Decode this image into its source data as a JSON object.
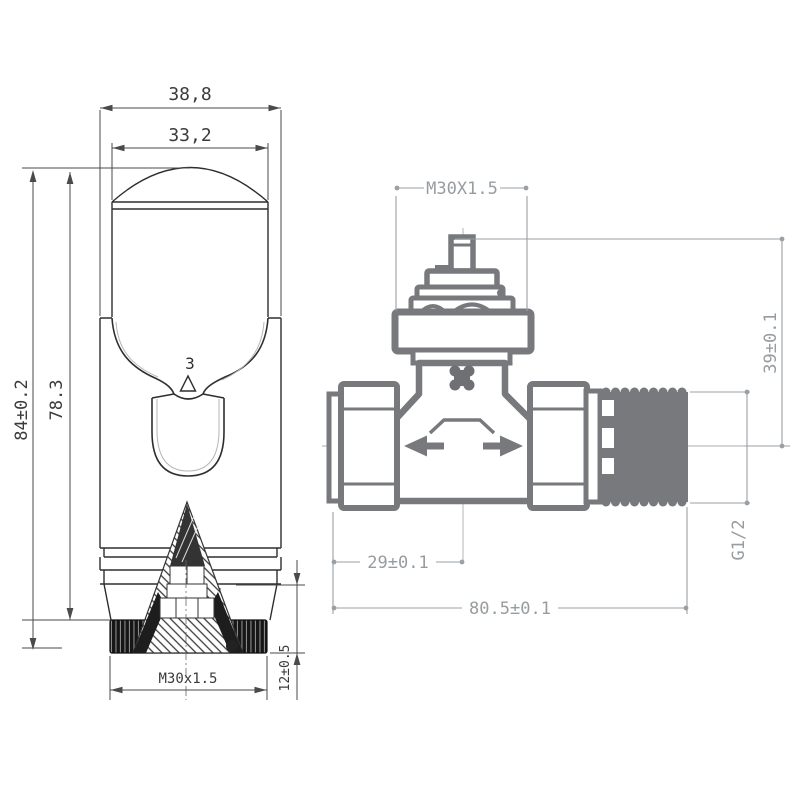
{
  "page": {
    "background": "#ffffff"
  },
  "drawing": {
    "description": "Thermostatic radiator valve technical drawing, two orthographic views",
    "colors": {
      "head_outline": "#2e2e2e",
      "valve_outline": "#77797c",
      "dim_left": "#4a4a4a",
      "dim_right": "#979da1",
      "knurl_fill": "#161616"
    },
    "left": {
      "view_name": "thermostatic-head-front-view",
      "setting": "3",
      "dims": {
        "outer_width": "38,8",
        "cap_width": "33,2",
        "overall_height": "84±0.2",
        "head_height": "78.3",
        "thread": "M30x1.5",
        "collar_height": "12±0.5"
      }
    },
    "right": {
      "view_name": "valve-body-side-view",
      "dims": {
        "thread": "M30X1.5",
        "spindle_to_axis": "39±0.1",
        "inlet_to_center": "29±0.1",
        "overall_length": "80.5±0.1",
        "tail_thread": "G1/2"
      }
    }
  }
}
